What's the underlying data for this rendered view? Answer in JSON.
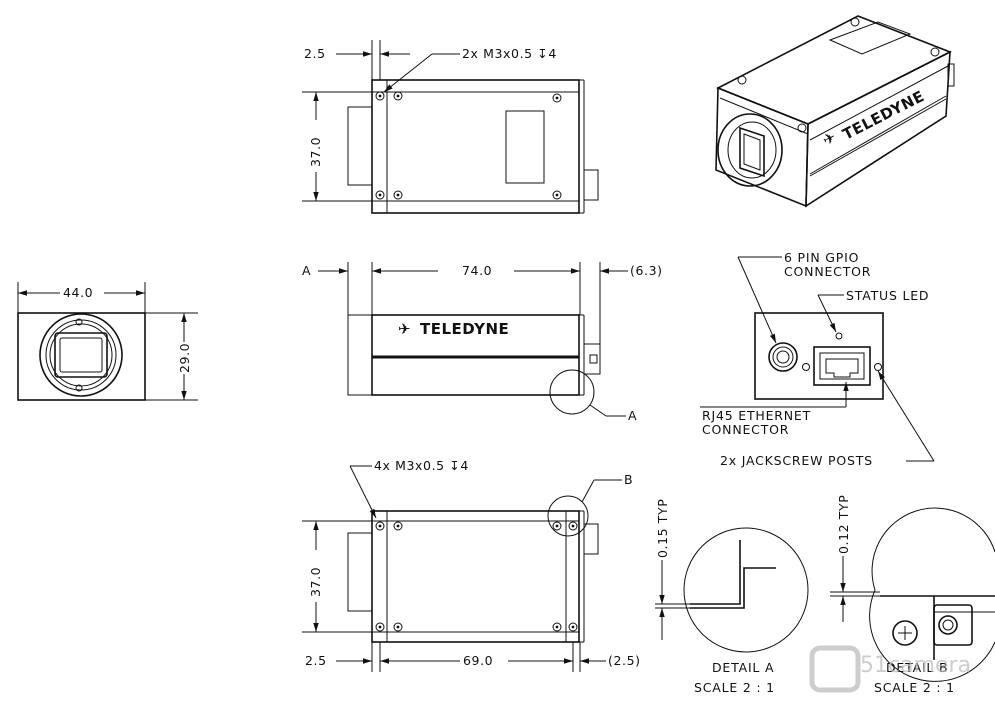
{
  "top_view": {
    "dim_left": "2.5",
    "hole_callout": "2x M3x0.5 ↧4",
    "dim_height": "37.0"
  },
  "front_view": {
    "dim_width": "44.0",
    "dim_height": "29.0"
  },
  "side_view": {
    "datum_a": "A",
    "dim_length": "74.0",
    "dim_ref": "(6.3)",
    "brand": "TELEDYNE",
    "detail_marker": "A"
  },
  "bottom_view": {
    "hole_callout": "4x M3x0.5 ↧4",
    "detail_marker": "B",
    "dim_height": "37.0",
    "dim_left": "2.5",
    "dim_span": "69.0",
    "dim_ref": "(2.5)"
  },
  "iso_view": {
    "brand": "TELEDYNE"
  },
  "rear_view": {
    "gpio_label_1": "6 PIN GPIO",
    "gpio_label_2": "CONNECTOR",
    "led_label": "STATUS LED",
    "rj45_label_1": "RJ45 ETHERNET",
    "rj45_label_2": "CONNECTOR",
    "jackscrew_label": "2x JACKSCREW POSTS"
  },
  "detail_a": {
    "tolerance": "0.15 TYP",
    "title": "DETAIL A",
    "scale": "SCALE 2 : 1"
  },
  "detail_b": {
    "tolerance": "0.12 TYP",
    "title": "DETAIL B",
    "scale": "SCALE 2 : 1"
  },
  "watermark": {
    "text": "51camera"
  }
}
